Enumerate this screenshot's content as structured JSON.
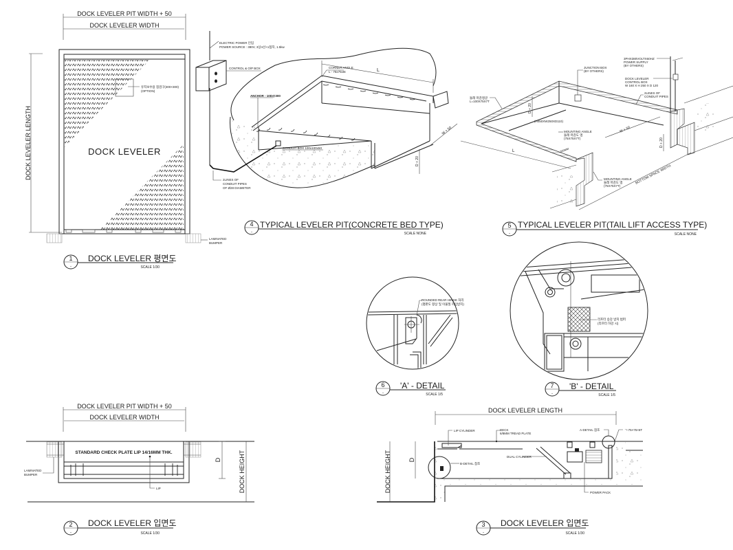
{
  "drawing": {
    "view1": {
      "number": "1",
      "sub": "-",
      "title": "DOCK LEVELER 평면도",
      "scale": "SCALE  1/30",
      "dim_pit_width": "DOCK LEVELER PIT WIDTH + 50",
      "dim_width": "DOCK LEVELER WIDTH",
      "dim_length": "DOCK LEVELER LENGTH",
      "center_label": "DOCK LEVELER",
      "note_hatch": "유지보수용 점검구(300×300)",
      "note_hatch_2": "(OPTION)",
      "note_bumper_1": "LAMINATED",
      "note_bumper_2": "BUMPER"
    },
    "view4": {
      "number": "4",
      "sub": "-",
      "title": "TYPICAL LEVELER PIT(CONCRETE BED TYPE)",
      "scale": "SCALE  NONE",
      "note_power_1": "ELECTRIC POWER 인입",
      "note_power_2": "POWER SOURCE : 380V, 3상4선+1접지, 1.5kw",
      "note_control": "CONTROL & O/P BOX",
      "note_corner_1": "CORNER ANGLE",
      "note_corner_2": "L - 75x75x6t",
      "note_anchor": "ANCHOR - 10D@300",
      "note_conduit_box": "CONDUIT BOX 100x100x50",
      "note_pipes_1": "2LINES OF",
      "note_pipes_2": "CONDUIT PIPES",
      "note_pipes_3": "OF Ø28 DIAMETER",
      "dim_L": "L",
      "dim_W": "W + 50",
      "dim_D": "D + 20"
    },
    "view5": {
      "number": "5",
      "sub": "-",
      "title": "TYPICAL LEVELER PIT(TAIL LIFT ACCESS TYPE)",
      "scale": "SCALE  NONE",
      "note_supply_1": "3PHX380VOLTX60HZ",
      "note_supply_2": "POWER SUPPLY",
      "note_supply_3": "(BY OTHERS)",
      "note_junction_1": "JUNCTION BOX",
      "note_junction_2": "(BY OTHERS)",
      "note_control_1": "DOCK LEVELER",
      "note_control_2": "CONTROL BOX",
      "note_control_3": "W 160 X H 250 X D 120",
      "note_pipes_1": "2LINES OF",
      "note_pipes_2": "CONDUIT PIPES",
      "note_angle_1": "둘레 마감앵글",
      "note_angle_2": "L=100X75X7T",
      "note_pit": "(H450XW250XD110)",
      "note_mount_1": "MOUNTING ANGLE",
      "note_mount_2": "둘레 마감도 앵",
      "note_mount_3": "(75X75X7T)",
      "note_mount_b_1": "MOUNTING ANGLE",
      "note_mount_b_2": "둘레 마감도 앵",
      "note_mount_b_3": "(75X75X7T)",
      "note_300": "300MM",
      "dim_L": "L",
      "dim_W": "W + 50",
      "dim_D": "D + 20",
      "dim_bottom": "BOTTOM SPACE WIDTH"
    },
    "view6": {
      "number": "6",
      "sub": "-",
      "title": "'A' - DETAIL",
      "scale": "SCALE  1/5",
      "note_1": "ROUNDED REAR HINGE 처리",
      "note_2": "(평판도 향상 및 이물질 끼임방지)"
    },
    "view7": {
      "number": "7",
      "sub": "-",
      "title": "'B' - DETAIL",
      "scale": "SCALE  1/5",
      "note_1": "리프터 승강 방지 범퍼",
      "note_2": "(리프터 하강 시)"
    },
    "view2": {
      "number": "2",
      "sub": "-",
      "title": "DOCK LEVELER 입면도",
      "scale": "SCALE  1/30",
      "dim_pit_width": "DOCK LEVELER PIT WIDTH + 50",
      "dim_width": "DOCK LEVELER WIDTH",
      "plate_label": "STANDARD CHECK PLATE LIP 14/16MM THK.",
      "note_lip": "LIP",
      "note_bumper_1": "LAMINATED",
      "note_bumper_2": "BUMPER",
      "dim_D": "D",
      "dim_height": "DOCK HEIGHT"
    },
    "view3": {
      "number": "3",
      "sub": "-",
      "title": "DOCK LEVELER 입면도",
      "scale": "SCALE  1/30",
      "dim_length": "DOCK LEVELER LENGTH",
      "dim_height": "DOCK HEIGHT",
      "dim_D": "D",
      "note_lip_cyl": "LIP CYLINDER",
      "note_deck_1": "DECK",
      "note_deck_2": "6/8MM TREAD PLATE",
      "note_a_detail": "A-DETAIL 참조",
      "note_angle": "ㄱ-75×75×6T",
      "note_dual": "DUAL CYLINDER",
      "note_b_detail": "B-DETAIL 참조",
      "note_power": "POWER PACK"
    }
  }
}
